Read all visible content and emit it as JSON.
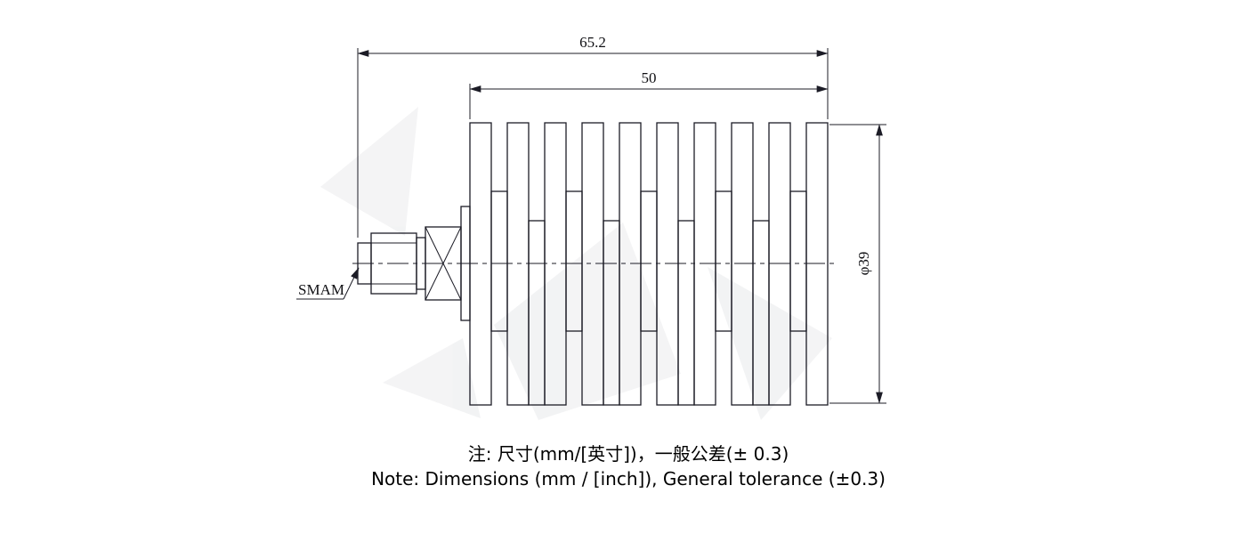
{
  "drawing": {
    "dim_overall": "65.2",
    "dim_body": "50",
    "dim_diameter": "φ39",
    "connector_label": "SMAM",
    "fin_count": 10
  },
  "notes": {
    "line_zh": "注: 尺寸(mm/[英寸])，一般公差(± 0.3)",
    "line_en": "Note: Dimensions (mm / [inch]), General tolerance (±0.3)"
  },
  "colors": {
    "background": "#ffffff",
    "line": "#1c1c26",
    "text": "#000000",
    "watermark": "#8a8f99"
  }
}
